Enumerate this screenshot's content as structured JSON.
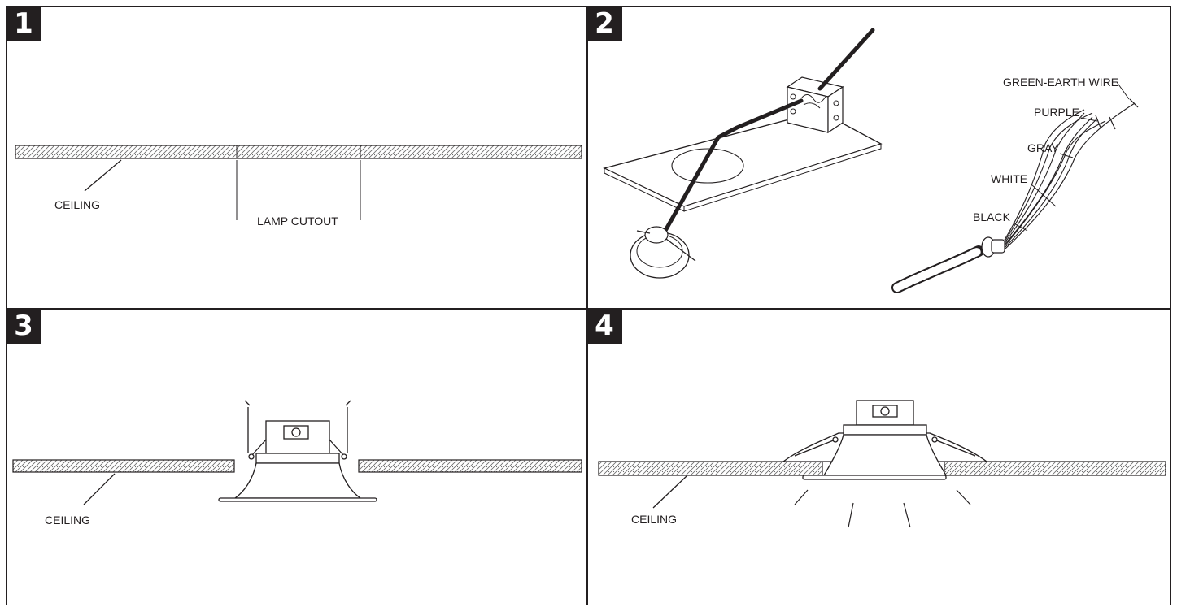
{
  "panels": [
    {
      "number": "1",
      "labels": {
        "ceiling": "CEILING",
        "cutout": "LAMP CUTOUT"
      }
    },
    {
      "number": "2",
      "labels": {
        "ground": "GREEN-EARTH WIRE",
        "purple": "PURPLE",
        "gray": "GRAY",
        "white": "WHITE",
        "black": "BLACK"
      }
    },
    {
      "number": "3",
      "labels": {
        "ceiling": "CEILING"
      }
    },
    {
      "number": "4",
      "labels": {
        "ceiling": "CEILING"
      }
    }
  ],
  "colors": {
    "line": "#231f20",
    "background": "#ffffff"
  }
}
